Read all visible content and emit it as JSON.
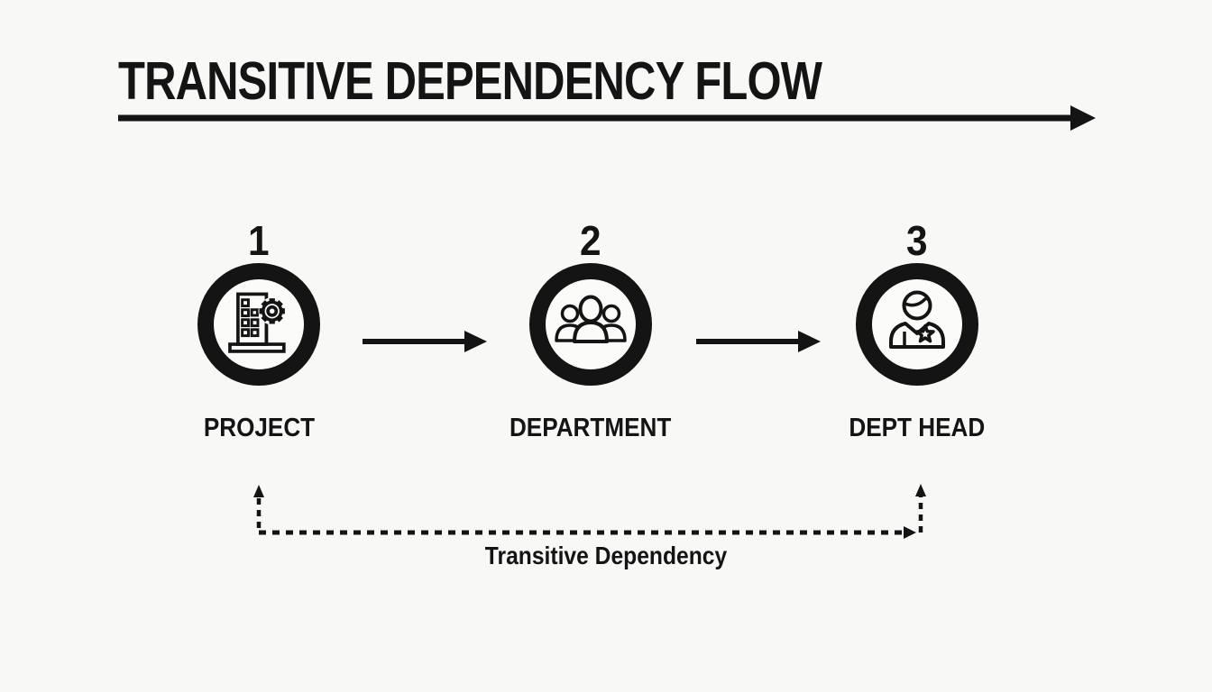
{
  "title": "TRANSITIVE DEPENDENCY FLOW",
  "steps": [
    {
      "number": "1",
      "label": "PROJECT",
      "icon": "building-gear-icon"
    },
    {
      "number": "2",
      "label": "DEPARTMENT",
      "icon": "people-group-icon"
    },
    {
      "number": "3",
      "label": "DEPT HEAD",
      "icon": "person-star-icon"
    }
  ],
  "transitive_connector": {
    "label": "Transitive Dependency"
  },
  "colors": {
    "ink": "#141414",
    "background": "#f8f8f7"
  }
}
